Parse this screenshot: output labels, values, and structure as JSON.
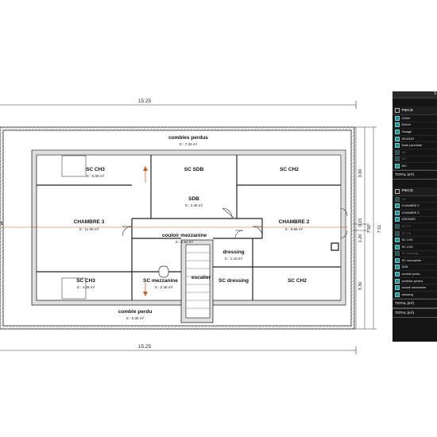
{
  "dimensions": {
    "width_top": "15.25",
    "width_bottom": "15.25",
    "side_1": "3.00",
    "side_2": "1.20",
    "side_3": "0.15",
    "side_4": "7.50",
    "side_5": "7.51",
    "side_6": "3.30"
  },
  "rooms": {
    "combles_top": {
      "name": "combles perdus",
      "area": "S : 7.33 m²"
    },
    "sc_ch3_top": {
      "name": "SC CH3",
      "area": "S : 5.06 m²"
    },
    "sc_sdb": {
      "name": "SC SDB",
      "area": ""
    },
    "sc_ch2_top": {
      "name": "SC CH2",
      "area": ""
    },
    "sdb": {
      "name": "SDB",
      "area": "S : 3.48 m²"
    },
    "chambre3": {
      "name": "CHAMBRE 3",
      "area": "S : 11.06 m²"
    },
    "chambre2": {
      "name": "CHAMBRE 2",
      "area": "S : 9.86 m²"
    },
    "couloir": {
      "name": "couloir mezzanine",
      "area": "S : 5.60 m²"
    },
    "dressing": {
      "name": "dressing",
      "area": "S : 1.19 m²"
    },
    "sc_ch3_bottom": {
      "name": "SC CH3",
      "area": "S : 4.26 m²"
    },
    "sc_mezzanine": {
      "name": "SC mezzanine",
      "area": "S : 2.38 m²"
    },
    "escalier": {
      "name": "escalier",
      "area": ""
    },
    "sc_dressing": {
      "name": "SC dressing",
      "area": ""
    },
    "sc_ch2_bottom": {
      "name": "SC CH2",
      "area": ""
    },
    "combles_bottom": {
      "name": "comble perdu",
      "area": "S : 6.30 m²"
    },
    "left_partial": {
      "name": "t",
      "area": ""
    }
  },
  "panel": {
    "top_label": "S",
    "group1": {
      "header": "PIECE",
      "items": [
        {
          "label": "Cellier",
          "checked": true,
          "dimmed": false
        },
        {
          "label": "Entrée",
          "checked": true,
          "dimmed": false
        },
        {
          "label": "Garage",
          "checked": true,
          "dimmed": false
        },
        {
          "label": "SEJOUR",
          "checked": true,
          "dimmed": false
        },
        {
          "label": "Suite parentale",
          "checked": true,
          "dimmed": false
        },
        {
          "label": "WC",
          "checked": true,
          "dimmed": true
        },
        {
          "label": "WC",
          "checked": true,
          "dimmed": true
        },
        {
          "label": "WC",
          "checked": true,
          "dimmed": false
        }
      ],
      "total": "TOTAL (m²)"
    },
    "group2": {
      "header": "PIECE",
      "items": [
        {
          "label": "CH",
          "checked": true,
          "dimmed": true
        },
        {
          "label": "CHAMBRE 2",
          "checked": true,
          "dimmed": false
        },
        {
          "label": "CHAMBRE 3",
          "checked": true,
          "dimmed": false
        },
        {
          "label": "GRENIER",
          "checked": true,
          "dimmed": false
        },
        {
          "label": "SC CH",
          "checked": true,
          "dimmed": true
        },
        {
          "label": "SC CH",
          "checked": true,
          "dimmed": true
        },
        {
          "label": "SC CH3",
          "checked": true,
          "dimmed": false
        },
        {
          "label": "SC CH3",
          "checked": true,
          "dimmed": false
        },
        {
          "label": "SC dressing",
          "checked": true,
          "dimmed": true
        },
        {
          "label": "SC mezzanine",
          "checked": true,
          "dimmed": false
        },
        {
          "label": "SDB",
          "checked": true,
          "dimmed": false
        },
        {
          "label": "comble perdu",
          "checked": true,
          "dimmed": false
        },
        {
          "label": "combles perdus",
          "checked": true,
          "dimmed": false
        },
        {
          "label": "couloir mezzanine",
          "checked": true,
          "dimmed": false
        },
        {
          "label": "dressing",
          "checked": true,
          "dimmed": false
        }
      ],
      "total": "TOTAL (m²)"
    },
    "grand_total": "TOTAL (m²)"
  }
}
